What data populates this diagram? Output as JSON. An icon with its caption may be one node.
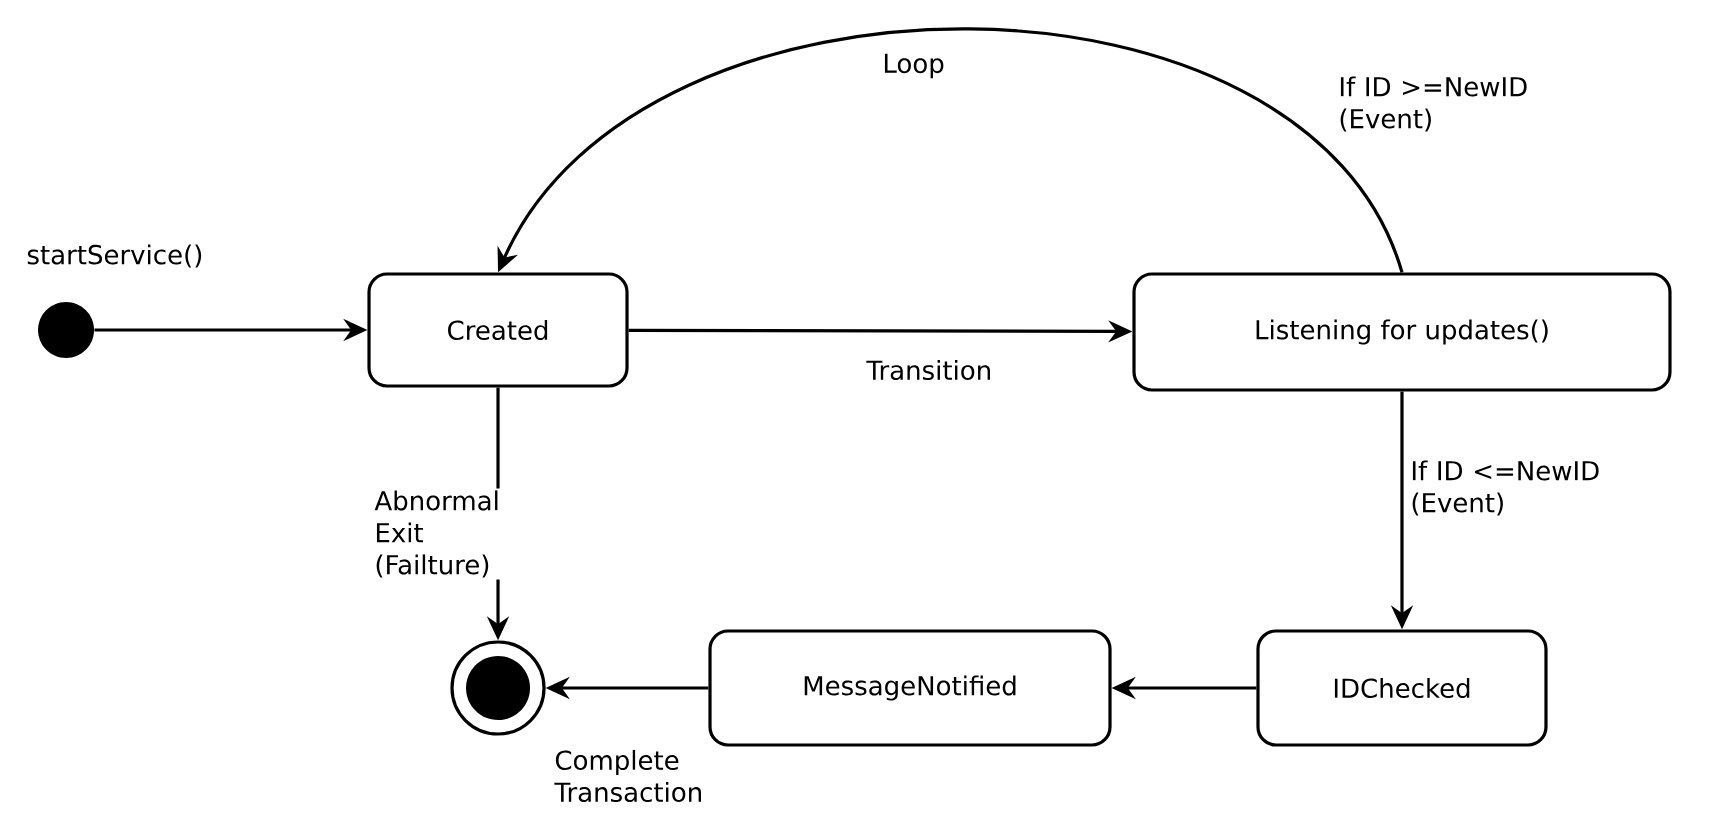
{
  "diagram": {
    "nodes": [
      {
        "text": [],
        "shape": "circle"
      },
      {
        "text": [
          "Created"
        ]
      },
      {
        "text": [
          "Listening for updates()"
        ]
      },
      {
        "text": [
          "IDChecked"
        ]
      },
      {
        "text": [
          "MessageNotified"
        ]
      },
      {
        "text": [],
        "shape": "circle"
      }
    ],
    "edges": [
      {
        "from": 0,
        "to": 1,
        "arrow": "to",
        "label": "startService()"
      },
      {
        "from": 1,
        "to": 2,
        "arrow": "to",
        "label": "Transition"
      },
      {
        "from": 2,
        "to": 1,
        "arrow": "to",
        "label": "If ID >=NewID (Event)"
      },
      {
        "from": 1,
        "to": 5,
        "arrow": "to",
        "label": "Abnormal Exit (Failture)"
      },
      {
        "from": 2,
        "to": 3,
        "arrow": "to",
        "label": "If ID <=NewID (Event)"
      },
      {
        "from": 3,
        "to": 4,
        "arrow": "to"
      },
      {
        "from": 4,
        "to": 5,
        "arrow": "to",
        "label": "Complete Transaction"
      }
    ],
    "labels": [
      "Loop"
    ]
  }
}
